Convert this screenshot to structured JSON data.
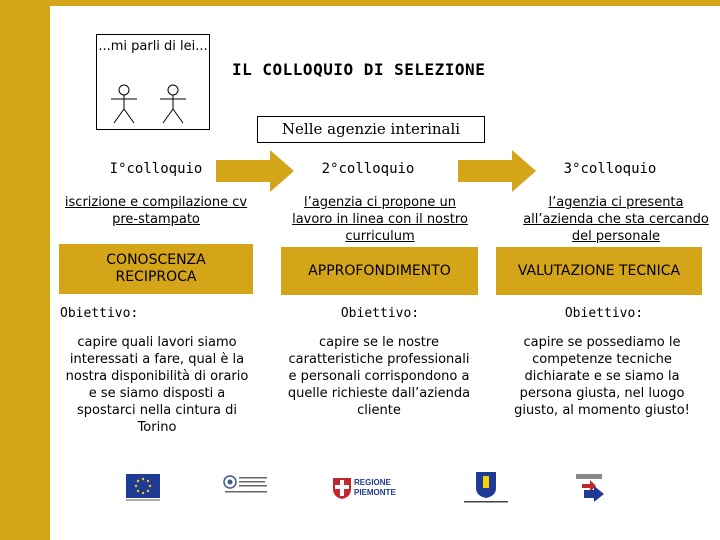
{
  "cartoon": {
    "caption": "...mi parli di lei..."
  },
  "title": "IL COLLOQUIO DI SELEZIONE",
  "agency": "Nelle agenzie interinali",
  "columns": [
    {
      "heading": "I°colloquio",
      "description": "iscrizione e compilazione cv pre-stampato",
      "stage": "CONOSCENZA RECIPROCA",
      "objective_label": "Obiettivo:",
      "objective_text": "capire quali lavori siamo interessati a fare, qual è la nostra disponibilità di orario e se siamo disposti a spostarci nella cintura di Torino"
    },
    {
      "heading": "2°colloquio",
      "description": "l’agenzia ci propone un lavoro in linea con il nostro curriculum",
      "stage": "APPROFONDIMENTO",
      "objective_label": "Obiettivo:",
      "objective_text": "capire se le nostre caratteristiche professionali e personali corrispondono a quelle richieste dall’azienda cliente"
    },
    {
      "heading": "3°colloquio",
      "description": "l’agenzia ci presenta all’azienda che sta cercando del personale",
      "stage": "VALUTAZIONE TECNICA",
      "objective_label": "Obiettivo:",
      "objective_text": "capire se possediamo le competenze tecniche dichiarate e se siamo la persona giusta, nel luogo giusto, al momento giusto!"
    }
  ],
  "logos": {
    "regione": "REGIONE PIEMONTE"
  },
  "colors": {
    "gold": "#d4a419",
    "arrow": "#d4a419"
  }
}
